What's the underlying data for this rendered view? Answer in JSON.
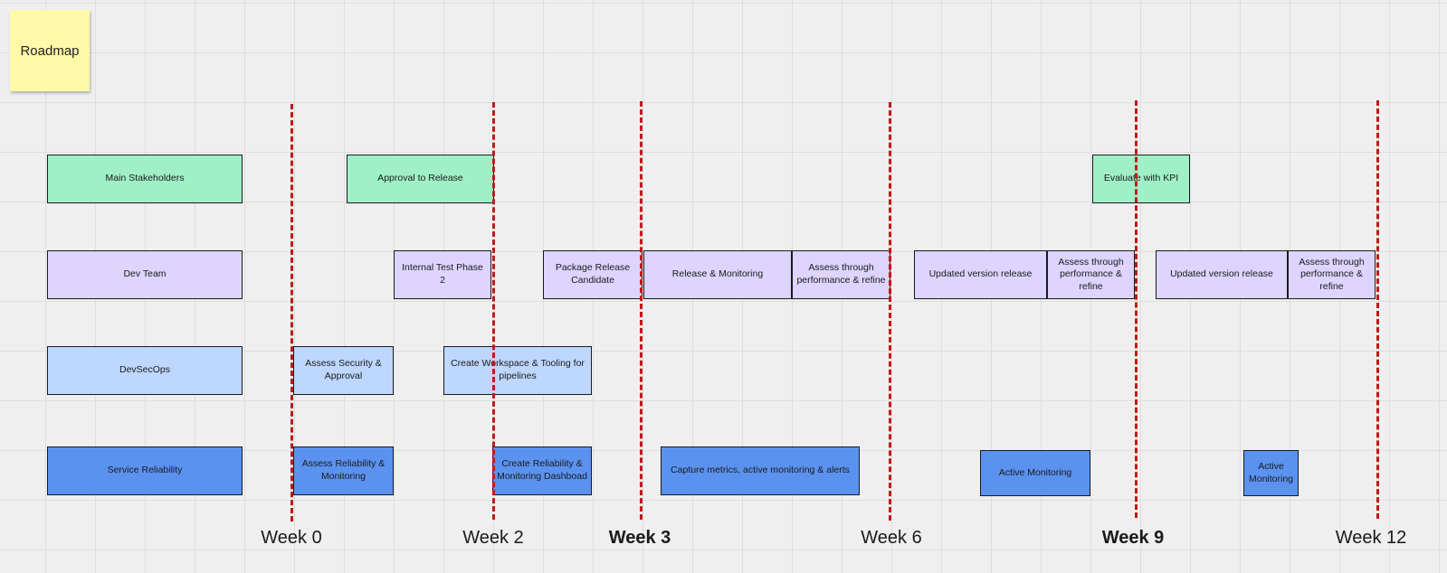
{
  "board": {
    "sticky_title": "Roadmap"
  },
  "colors": {
    "stakeholders": "#9ff0c6",
    "dev_team": "#ddd4ff",
    "devsecops": "#bed7ff",
    "service_reliability": "#5b92ef",
    "milestone_line": "#c31818",
    "sticky": "#fff9a8"
  },
  "lanes": [
    {
      "label": "Main Stakeholders",
      "color": "green"
    },
    {
      "label": "Dev Team",
      "color": "purple"
    },
    {
      "label": "DevSecOps",
      "color": "lblue"
    },
    {
      "label": "Service Reliability",
      "color": "dblue"
    }
  ],
  "tasks": {
    "stakeholders": [
      "Approval to Release",
      "Evaluate with KPI"
    ],
    "dev_team": [
      "Internal Test Phase 2",
      "Package Release Candidate",
      "Release & Monitoring",
      "Assess through performance & refine",
      "Updated version release",
      "Assess through performance & refine",
      "Updated version release",
      "Assess through performance & refine"
    ],
    "devsecops": [
      "Assess Security & Approval",
      "Create Workspace & Tooling for pipelines"
    ],
    "service_reliability": [
      "Assess Reliability & Monitoring",
      "Create Reliability & Monitoring Dashboad",
      "Capture metrics, active monitoring & alerts",
      "Active Monitoring",
      "Active Monitoring"
    ]
  },
  "weeks": [
    {
      "label": "Week 0",
      "bold": false
    },
    {
      "label": "Week 2",
      "bold": false
    },
    {
      "label": "Week 3",
      "bold": true
    },
    {
      "label": "Week 6",
      "bold": false
    },
    {
      "label": "Week 9",
      "bold": true
    },
    {
      "label": "Week 12",
      "bold": false
    }
  ]
}
